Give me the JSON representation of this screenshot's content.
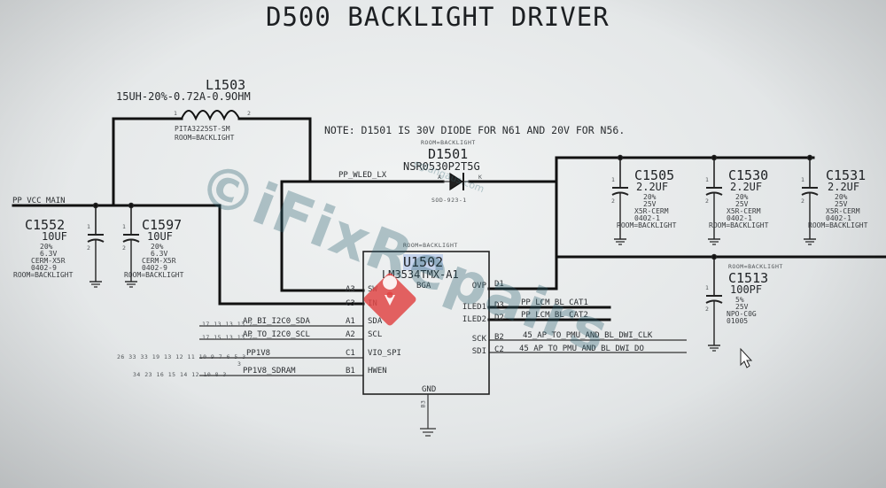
{
  "title": "D500 BACKLIGHT DRIVER",
  "note": "NOTE: D1501 IS 30V DIODE FOR N61 AND 20V FOR N56.",
  "inductor": {
    "ref": "L1503",
    "value": "15UH-20%-0.72A-0.9OHM",
    "part": "PITA3225ST-SM",
    "group": "ROOM=BACKLIGHT",
    "pin1": "1",
    "pin2": "2"
  },
  "diode": {
    "group": "ROOM=BACKLIGHT",
    "ref": "D1501",
    "part": "NSR0530P2T5G",
    "pkg": "SOD-923-1",
    "anode": "A",
    "cathode": "K"
  },
  "nets": {
    "vcc_main": "PP_VCC_MAIN",
    "wled_lx": "PP_WLED_LX",
    "i2c_sda": "AP_BI_I2C0_SDA",
    "i2c_scl": "AP_TO_I2C0_SCL",
    "pp1v8": "PP1V8",
    "pp1v8_sdram": "PP1V8_SDRAM",
    "cat1": "PP_LCM_BL_CAT1",
    "cat2": "PP_LCM_BL_CAT2",
    "dwi_clk": "45_AP_TO_PMU_AND_BL_DWI_CLK",
    "dwi_do": "45_AP_TO_PMU_AND_BL_DWI_DO"
  },
  "net_page_refs": {
    "sda": "17 13 13 13 7",
    "scl": "17 15 13 13 7",
    "pp1v8": "26 33 33 19 13 12 11 10 9 7 6 5 3",
    "pp1v8_sdram": "34 23 16 15 14 12 10 8 3",
    "pp1v8_b": "3"
  },
  "capacitors": [
    {
      "id": "c1552",
      "ref": "C1552",
      "value": "10UF",
      "specs": [
        "20%",
        "6.3V",
        "CERM-X5R",
        "0402-9",
        "ROOM=BACKLIGHT"
      ]
    },
    {
      "id": "c1597",
      "ref": "C1597",
      "value": "10UF",
      "specs": [
        "20%",
        "6.3V",
        "CERM-X5R",
        "0402-9",
        "ROOM=BACKLIGHT"
      ]
    },
    {
      "id": "c1505",
      "ref": "C1505",
      "value": "2.2UF",
      "specs": [
        "20%",
        "25V",
        "X5R-CERM",
        "0402-1",
        "ROOM=BACKLIGHT"
      ]
    },
    {
      "id": "c1530",
      "ref": "C1530",
      "value": "2.2UF",
      "specs": [
        "20%",
        "25V",
        "X5R-CERM",
        "0402-1",
        "ROOM=BACKLIGHT"
      ]
    },
    {
      "id": "c1531",
      "ref": "C1531",
      "value": "2.2UF",
      "specs": [
        "20%",
        "25V",
        "X5R-CERM",
        "0402-1",
        "ROOM=BACKLIGHT"
      ]
    },
    {
      "id": "c1513",
      "ref": "C1513",
      "value": "100PF",
      "group": "ROOM=BACKLIGHT",
      "specs": [
        "5%",
        "25V",
        "NPO-C0G",
        "01005"
      ]
    }
  ],
  "cap_pins": {
    "top": "1",
    "bottom": "2"
  },
  "ic": {
    "group": "ROOM=BACKLIGHT",
    "ref": "U1502",
    "part": "LM3534TMX-A1",
    "pkg": "BGA",
    "gnd_pin": "B3",
    "gnd_label": "GND",
    "left_pins": [
      {
        "num": "A3",
        "name": "SW"
      },
      {
        "num": "C3",
        "name": "IN"
      },
      {
        "num": "A1",
        "name": "SDA"
      },
      {
        "num": "A2",
        "name": "SCL"
      },
      {
        "num": "C1",
        "name": "VIO_SPI"
      },
      {
        "num": "B1",
        "name": "HWEN"
      }
    ],
    "right_pins": [
      {
        "num": "D1",
        "name": "OVP"
      },
      {
        "num": "D3",
        "name": "ILED1"
      },
      {
        "num": "D2",
        "name": "ILED2"
      },
      {
        "num": "B2",
        "name": "SCK"
      },
      {
        "num": "C2",
        "name": "SDI"
      }
    ]
  },
  "watermark": {
    "brand": "©iFixRepairs",
    "site": "eglangaus.com"
  }
}
